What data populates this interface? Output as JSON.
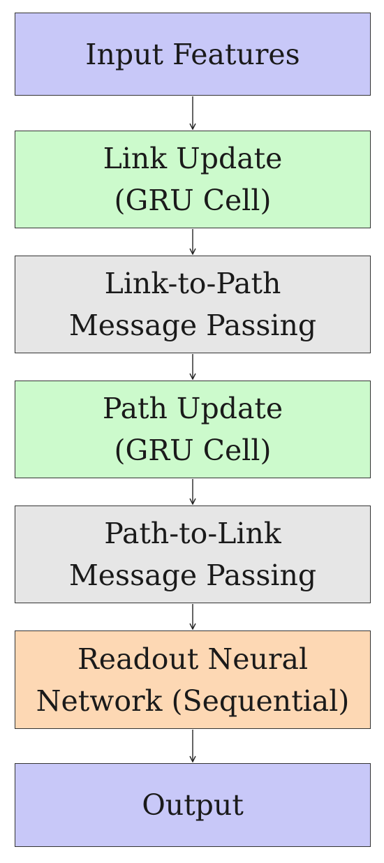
{
  "diagram": {
    "nodes": [
      {
        "id": "input-features",
        "lines": [
          "Input Features"
        ],
        "color": "#c8c8f8"
      },
      {
        "id": "link-update",
        "lines": [
          "Link Update",
          "(GRU Cell)"
        ],
        "color": "#ccfacc"
      },
      {
        "id": "link-to-path",
        "lines": [
          "Link-to-Path",
          "Message Passing"
        ],
        "color": "#e6e6e6"
      },
      {
        "id": "path-update",
        "lines": [
          "Path Update",
          "(GRU Cell)"
        ],
        "color": "#ccfacc"
      },
      {
        "id": "path-to-link",
        "lines": [
          "Path-to-Link",
          "Message Passing"
        ],
        "color": "#e6e6e6"
      },
      {
        "id": "readout",
        "lines": [
          "Readout Neural",
          "Network (Sequential)"
        ],
        "color": "#fdd8b4"
      },
      {
        "id": "output",
        "lines": [
          "Output"
        ],
        "color": "#c8c8f8"
      }
    ],
    "edges": [
      {
        "from": "input-features",
        "to": "link-update"
      },
      {
        "from": "link-update",
        "to": "link-to-path"
      },
      {
        "from": "link-to-path",
        "to": "path-update"
      },
      {
        "from": "path-update",
        "to": "path-to-link"
      },
      {
        "from": "path-to-link",
        "to": "readout"
      },
      {
        "from": "readout",
        "to": "output"
      }
    ]
  }
}
